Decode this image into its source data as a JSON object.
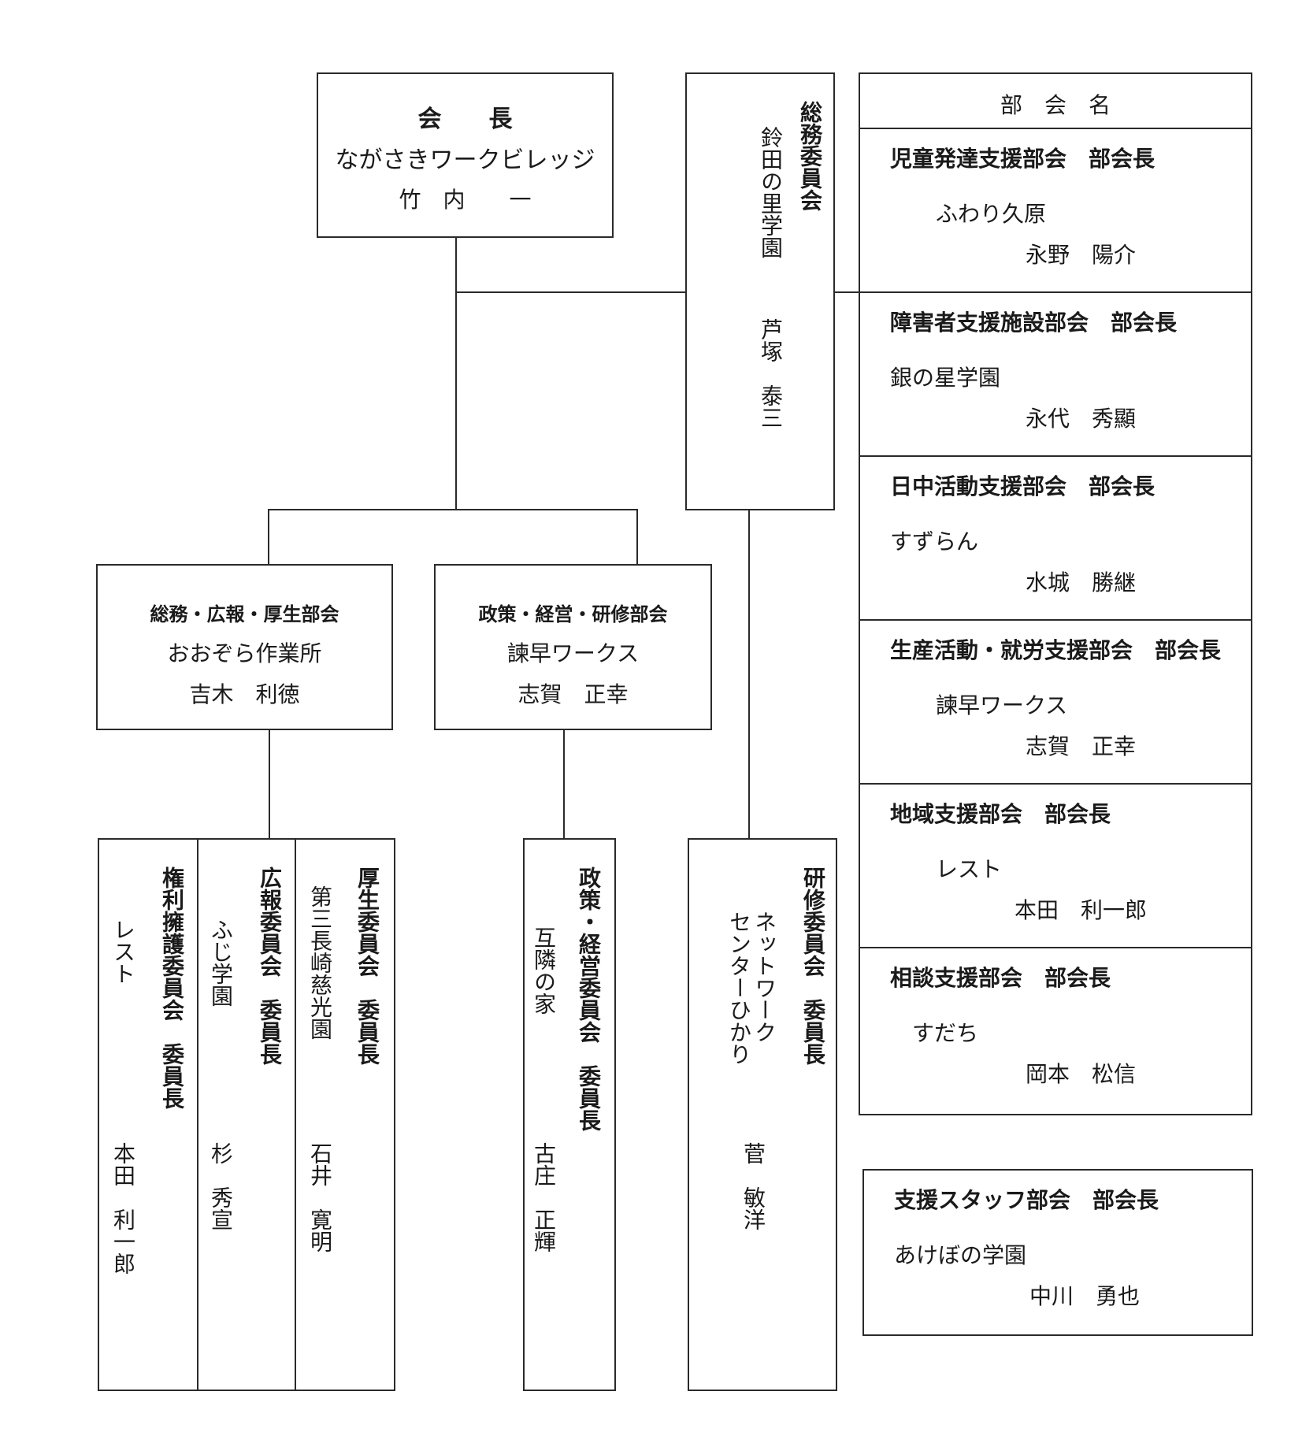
{
  "president": {
    "title": "会　　長",
    "org": "ながさきワークビレッジ",
    "name": "竹　内　　一"
  },
  "general_affairs_committee": {
    "title": "総務委員会",
    "org": "鈴田の里学園",
    "name": "芦塚　泰三"
  },
  "committees": [
    {
      "title": "総務・広報・厚生部会",
      "org": "おおぞら作業所",
      "name": "吉木　利徳"
    },
    {
      "title": "政策・経営・研修部会",
      "org": "諫早ワークス",
      "name": "志賀　正幸"
    }
  ],
  "sub_committees": [
    {
      "title": "権利擁護委員会　委員長",
      "org": "レスト",
      "name": "本田　利一郎"
    },
    {
      "title": "広報委員会　委員長",
      "org": "ふじ学園",
      "name": "杉　秀宣"
    },
    {
      "title": "厚生委員会　委員長",
      "org": "第三長崎慈光園",
      "name": "石井　寛明"
    },
    {
      "title": "政策・経営委員会　委員長",
      "org": "互隣の家",
      "name": "古庄　正輝"
    },
    {
      "title": "研修委員会　委員長",
      "org_line1": "ネットワーク",
      "org_line2": "センターひかり",
      "name": "菅　敏洋"
    }
  ],
  "divisions_header": "部　会　名",
  "divisions": [
    {
      "title": "児童発達支援部会　部会長",
      "org": "ふわり久原",
      "name": "永野　陽介"
    },
    {
      "title": "障害者支援施設部会　部会長",
      "org": "銀の星学園",
      "name": "永代　秀顯"
    },
    {
      "title": "日中活動支援部会　部会長",
      "org": "すずらん",
      "name": "水城　勝継"
    },
    {
      "title": "生産活動・就労支援部会　部会長",
      "org": "諫早ワークス",
      "name": "志賀　正幸"
    },
    {
      "title": "地域支援部会　部会長",
      "org": "レスト",
      "name": "本田　利一郎"
    },
    {
      "title": "相談支援部会　部会長",
      "org": "すだち",
      "name": "岡本　松信"
    }
  ],
  "support_staff": {
    "title": "支援スタッフ部会　部会長",
    "org": "あけぼの学園",
    "name": "中川　勇也"
  }
}
